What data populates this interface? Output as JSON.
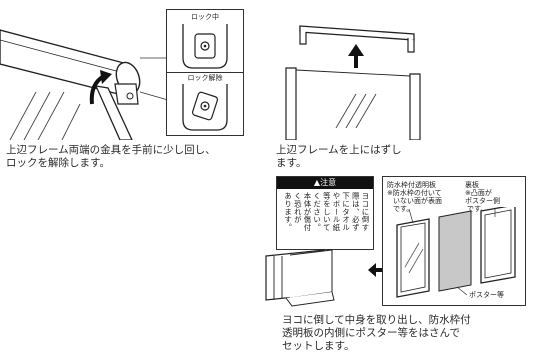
{
  "step1": {
    "inset_locked_label": "ロック中",
    "inset_unlocked_label": "ロック解除",
    "caption_line1": "上辺フレーム両端の金具を手前に少し回し、",
    "caption_line2": "ロックを解除します。"
  },
  "step2": {
    "caption_line1": "上辺フレームを上にはずし",
    "caption_line2": "ます。"
  },
  "step3": {
    "caution": {
      "title": "注意",
      "col1": "ヨコに倒す",
      "col2": "際は、必ず",
      "col3": "下にタオル",
      "col4": "やボール紙",
      "col5": "等をしいて",
      "col6": "ください。",
      "col7": "本体が傷付",
      "col8": "く恐れが",
      "col9": "あります。"
    },
    "label_pane": "防水枠付透明板",
    "label_pane_note1": "※防水枠の付いて",
    "label_pane_note2": "いない面が表面",
    "label_pane_note3": "です。",
    "label_back": "裏板",
    "label_back_note1": "※凸面が",
    "label_back_note2": "ポスター側",
    "label_back_note3": "です。",
    "label_poster": "ポスター等",
    "caption_line1": "ヨコに倒して中身を取り出し、防水枠付",
    "caption_line2": "透明板の内側にポスター等をはさんで",
    "caption_line3": "セットします。"
  }
}
